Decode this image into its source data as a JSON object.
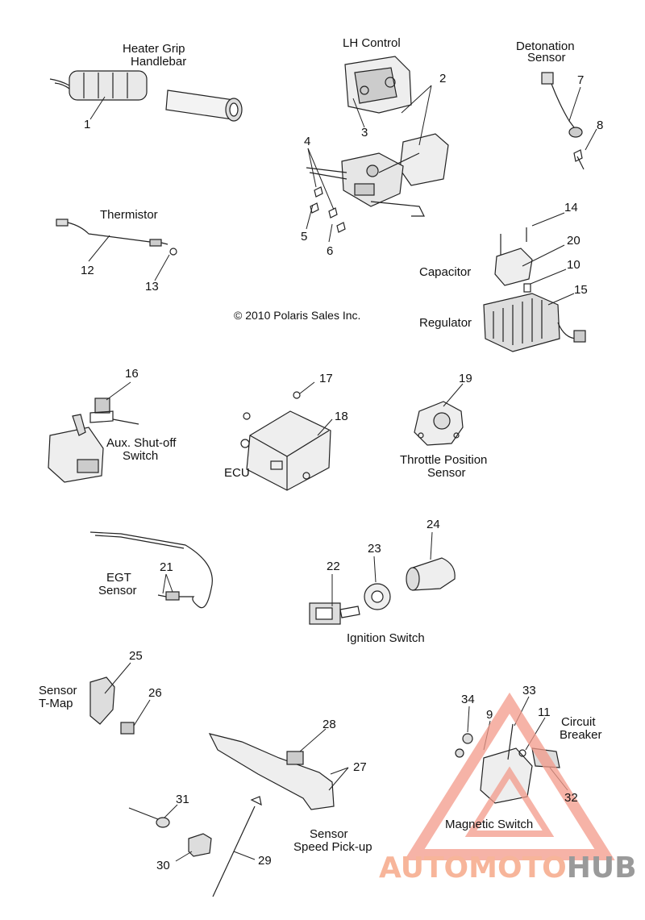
{
  "labels": {
    "heater_grip": "Heater Grip",
    "handlebar": "Handlebar",
    "lh_control": "LH Control",
    "detonation": "Detonation",
    "sensor": "Sensor",
    "thermistor": "Thermistor",
    "capacitor": "Capacitor",
    "regulator": "Regulator",
    "copyright": "© 2010 Polaris Sales Inc.",
    "aux_shutoff": "Aux. Shut-off",
    "switch": "Switch",
    "ecu": "ECU",
    "throttle_position": "Throttle Position",
    "egt": "EGT",
    "ignition_switch": "Ignition Switch",
    "sensor_tmap_1": "Sensor",
    "sensor_tmap_2": "T-Map",
    "sensor_speed_1": "Sensor",
    "sensor_speed_2": "Speed Pick-up",
    "circuit": "Circuit",
    "breaker": "Breaker",
    "magnetic_switch": "Magnetic Switch"
  },
  "callouts": [
    "1",
    "2",
    "3",
    "4",
    "5",
    "6",
    "7",
    "8",
    "12",
    "13",
    "14",
    "20",
    "10",
    "15",
    "16",
    "17",
    "18",
    "19",
    "21",
    "22",
    "23",
    "24",
    "25",
    "26",
    "28",
    "27",
    "31",
    "30",
    "29",
    "34",
    "9",
    "33",
    "11",
    "32"
  ],
  "watermark": {
    "part1": "AUTOMOTO",
    "part2": "HUB",
    "color1": "#f7b59a",
    "color2": "#9a9a9a",
    "triangle_color": "#f39a8a"
  }
}
